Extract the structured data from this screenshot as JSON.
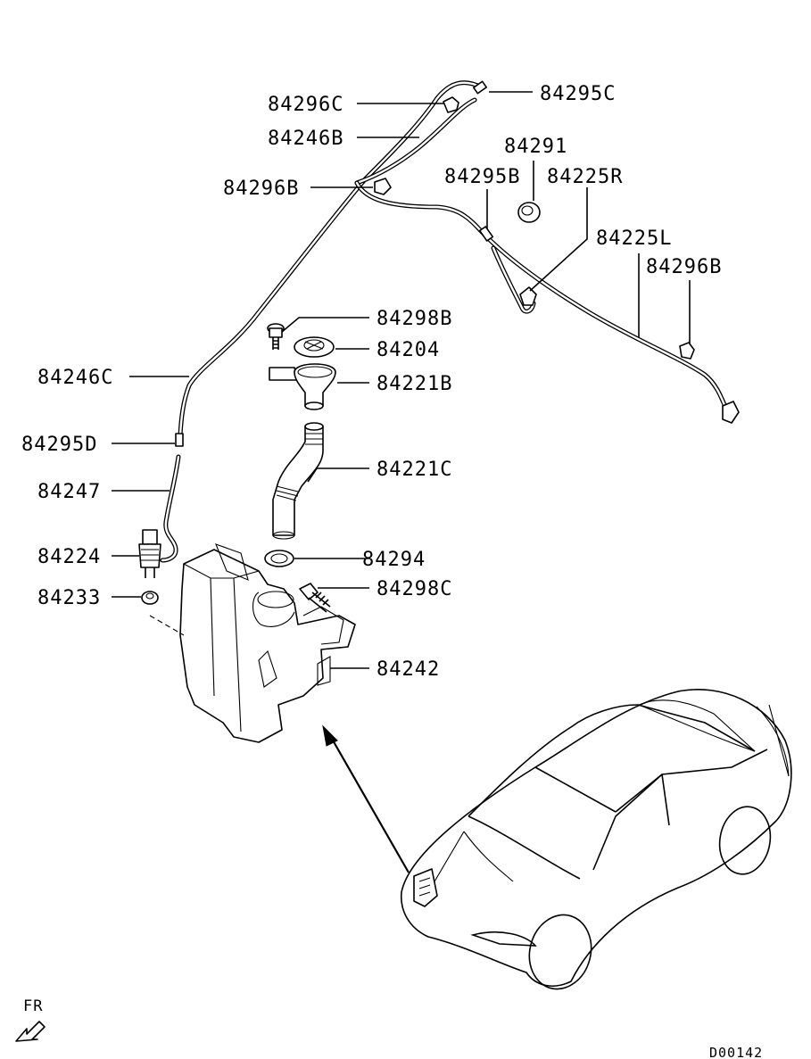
{
  "parts": [
    {
      "id": "84296C",
      "label": "84296C"
    },
    {
      "id": "84295C",
      "label": "84295C"
    },
    {
      "id": "84246B",
      "label": "84246B"
    },
    {
      "id": "84291",
      "label": "84291"
    },
    {
      "id": "84296B-top",
      "label": "84296B"
    },
    {
      "id": "84295B",
      "label": "84295B"
    },
    {
      "id": "84225R",
      "label": "84225R"
    },
    {
      "id": "84225L",
      "label": "84225L"
    },
    {
      "id": "84296B-right",
      "label": "84296B"
    },
    {
      "id": "84298B",
      "label": "84298B"
    },
    {
      "id": "84204",
      "label": "84204"
    },
    {
      "id": "84246C",
      "label": "84246C"
    },
    {
      "id": "84221B",
      "label": "84221B"
    },
    {
      "id": "84295D",
      "label": "84295D"
    },
    {
      "id": "84221C",
      "label": "84221C"
    },
    {
      "id": "84247",
      "label": "84247"
    },
    {
      "id": "84224",
      "label": "84224"
    },
    {
      "id": "84294",
      "label": "84294"
    },
    {
      "id": "84233",
      "label": "84233"
    },
    {
      "id": "84298C",
      "label": "84298C"
    },
    {
      "id": "84242",
      "label": "84242"
    }
  ],
  "orientation": {
    "label": "FR"
  },
  "diagram_code": "D00142"
}
